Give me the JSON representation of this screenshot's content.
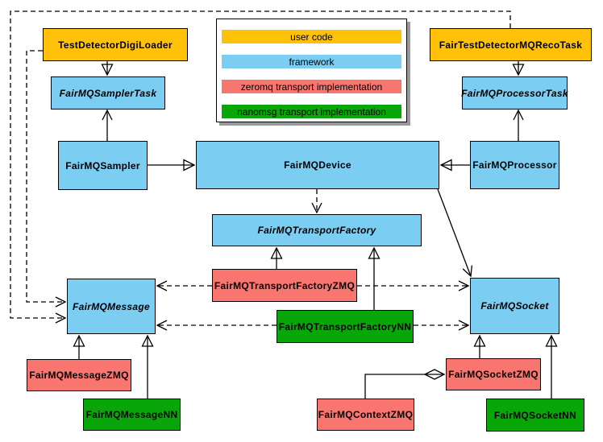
{
  "colors": {
    "user_code": "#FFC10A",
    "framework": "#7CCDF2",
    "zeromq": "#F9756F",
    "nanomsg": "#09A609",
    "line": "#000000",
    "legend_shadow": "#9A9A9A"
  },
  "legend": {
    "items": [
      {
        "label": "user code",
        "color": "#FFC10A"
      },
      {
        "label": "framework",
        "color": "#7CCDF2"
      },
      {
        "label": "zeromq transport implementation",
        "color": "#F9756F"
      },
      {
        "label": "nanomsg transport implementation",
        "color": "#09A609"
      }
    ]
  },
  "nodes": {
    "testDetectorDigiLoader": {
      "label": "TestDetectorDigiLoader",
      "category": "user code",
      "abstract": false
    },
    "fairTestDetectorMQRecoTask": {
      "label": "FairTestDetectorMQRecoTask",
      "category": "user code",
      "abstract": false
    },
    "fairMQSamplerTask": {
      "label": "FairMQSamplerTask",
      "category": "framework",
      "abstract": true
    },
    "fairMQProcessorTask": {
      "label": "FairMQProcessorTask",
      "category": "framework",
      "abstract": true
    },
    "fairMQSampler": {
      "label": "FairMQSampler",
      "category": "framework",
      "abstract": false
    },
    "fairMQDevice": {
      "label": "FairMQDevice",
      "category": "framework",
      "abstract": false
    },
    "fairMQProcessor": {
      "label": "FairMQProcessor",
      "category": "framework",
      "abstract": false
    },
    "fairMQTransportFactory": {
      "label": "FairMQTransportFactory",
      "category": "framework",
      "abstract": true
    },
    "fairMQTransportFactoryZMQ": {
      "label": "FairMQTransportFactoryZMQ",
      "category": "zeromq transport implementation",
      "abstract": false
    },
    "fairMQTransportFactoryNN": {
      "label": "FairMQTransportFactoryNN",
      "category": "nanomsg transport implementation",
      "abstract": false
    },
    "fairMQMessage": {
      "label": "FairMQMessage",
      "category": "framework",
      "abstract": true
    },
    "fairMQSocket": {
      "label": "FairMQSocket",
      "category": "framework",
      "abstract": true
    },
    "fairMQMessageZMQ": {
      "label": "FairMQMessageZMQ",
      "category": "zeromq transport implementation",
      "abstract": false
    },
    "fairMQMessageNN": {
      "label": "FairMQMessageNN",
      "category": "nanomsg transport implementation",
      "abstract": false
    },
    "fairMQSocketZMQ": {
      "label": "FairMQSocketZMQ",
      "category": "zeromq transport implementation",
      "abstract": false
    },
    "fairMQSocketNN": {
      "label": "FairMQSocketNN",
      "category": "nanomsg transport implementation",
      "abstract": false
    },
    "fairMQContextZMQ": {
      "label": "FairMQContextZMQ",
      "category": "zeromq transport implementation",
      "abstract": false
    }
  },
  "edges": [
    {
      "from": "TestDetectorDigiLoader",
      "to": "FairMQSamplerTask",
      "type": "generalization",
      "style": "solid"
    },
    {
      "from": "FairTestDetectorMQRecoTask",
      "to": "FairMQProcessorTask",
      "type": "generalization",
      "style": "solid"
    },
    {
      "from": "FairMQSampler",
      "to": "FairMQDevice",
      "type": "generalization",
      "style": "solid"
    },
    {
      "from": "FairMQProcessor",
      "to": "FairMQDevice",
      "type": "generalization",
      "style": "solid"
    },
    {
      "from": "FairMQTransportFactoryZMQ",
      "to": "FairMQTransportFactory",
      "type": "generalization",
      "style": "solid"
    },
    {
      "from": "FairMQTransportFactoryNN",
      "to": "FairMQTransportFactory",
      "type": "generalization",
      "style": "solid"
    },
    {
      "from": "FairMQMessageZMQ",
      "to": "FairMQMessage",
      "type": "generalization",
      "style": "solid"
    },
    {
      "from": "FairMQMessageNN",
      "to": "FairMQMessage",
      "type": "generalization",
      "style": "solid"
    },
    {
      "from": "FairMQSocketZMQ",
      "to": "FairMQSocket",
      "type": "generalization",
      "style": "solid"
    },
    {
      "from": "FairMQSocketNN",
      "to": "FairMQSocket",
      "type": "generalization",
      "style": "solid"
    },
    {
      "from": "FairMQSampler",
      "to": "FairMQSamplerTask",
      "type": "association",
      "style": "solid"
    },
    {
      "from": "FairMQProcessor",
      "to": "FairMQProcessorTask",
      "type": "association",
      "style": "solid"
    },
    {
      "from": "FairMQDevice",
      "to": "FairMQTransportFactory",
      "type": "dependency",
      "style": "dashed"
    },
    {
      "from": "FairMQDevice",
      "to": "FairMQSocket",
      "type": "association",
      "style": "solid"
    },
    {
      "from": "TestDetectorDigiLoader",
      "to": "FairMQMessage",
      "type": "dependency",
      "style": "dashed"
    },
    {
      "from": "FairTestDetectorMQRecoTask",
      "to": "FairMQMessage",
      "type": "dependency",
      "style": "dashed"
    },
    {
      "from": "FairMQTransportFactoryZMQ",
      "to": "FairMQMessage",
      "type": "dependency",
      "style": "dashed"
    },
    {
      "from": "FairMQTransportFactoryZMQ",
      "to": "FairMQSocket",
      "type": "dependency",
      "style": "dashed"
    },
    {
      "from": "FairMQTransportFactoryNN",
      "to": "FairMQMessage",
      "type": "dependency",
      "style": "dashed"
    },
    {
      "from": "FairMQTransportFactoryNN",
      "to": "FairMQSocket",
      "type": "dependency",
      "style": "dashed"
    },
    {
      "from": "FairMQSocketZMQ",
      "to": "FairMQContextZMQ",
      "type": "composition",
      "style": "solid"
    }
  ]
}
